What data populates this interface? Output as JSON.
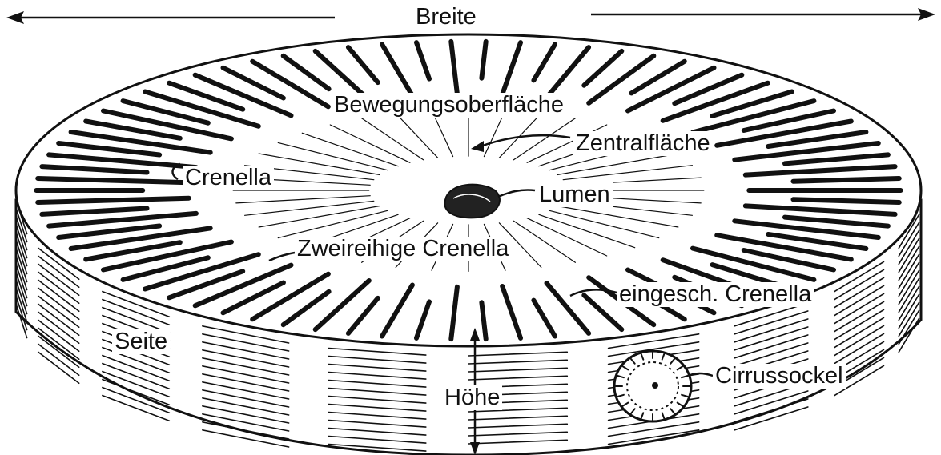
{
  "labels": {
    "width": "Breite",
    "moving_surface": "Bewegungsoberfläche",
    "central_area": "Zentralfläche",
    "crenella": "Crenella",
    "lumen": "Lumen",
    "two_row_crenella": "Zweireihige Crenella",
    "inserted_crenella": "eingesch. Crenella",
    "side": "Seite",
    "height": "Höhe",
    "cirrus_socket": "Cirrussockel"
  },
  "colors": {
    "ink": "#111111",
    "paper": "#ffffff"
  }
}
